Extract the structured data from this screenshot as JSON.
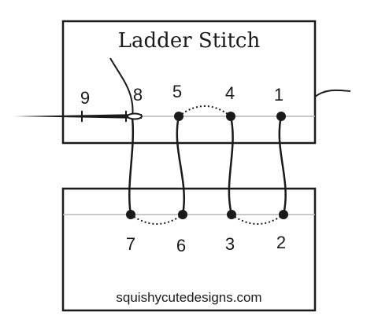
{
  "diagram": {
    "title": "Ladder Stitch",
    "credit": "squishycutedesigns.com",
    "top_labels": [
      "9",
      "8",
      "5",
      "4",
      "1"
    ],
    "bottom_labels": [
      "7",
      "6",
      "3",
      "2"
    ]
  },
  "colors": {
    "ink": "#1a1a1a",
    "seam_line": "#b5b5b5",
    "background": "#ffffff"
  }
}
